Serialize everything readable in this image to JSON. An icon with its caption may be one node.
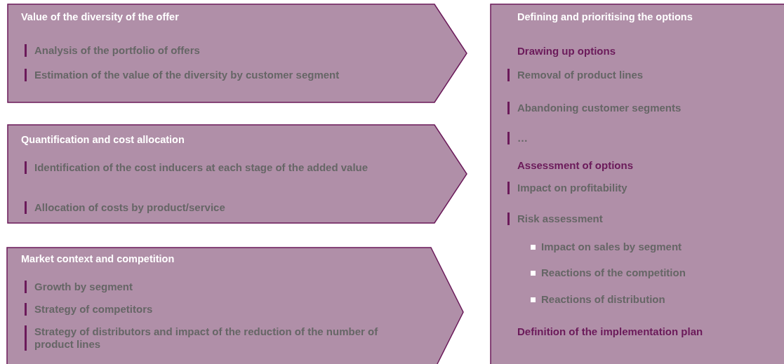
{
  "diagram": {
    "nodes": [
      {
        "text": [
          "Value of the diversity of the offer",
          "Analysis of the portfolio of offers",
          "Estimation of the value of the diversity by customer segment"
        ]
      },
      {
        "text": [
          "Quantification and cost allocation",
          "Identification of the cost inducers at each stage of the added value",
          "Allocation of costs by product/service"
        ]
      },
      {
        "text": [
          "Market context and competition",
          "Growth by segment",
          "Strategy of competitors",
          "Strategy of distributors and impact of the reduction of the number of product lines"
        ]
      },
      {
        "text": [
          "Defining and prioritising the options",
          "Drawing up options",
          "Removal of product lines",
          "Abandoning customer segments",
          "…",
          "Assessment of options",
          "Impact on profitability",
          "Risk assessment",
          "Impact on sales by segment",
          "Reactions of the competition",
          "Reactions of distribution",
          "Definition of the implementation plan"
        ]
      }
    ]
  }
}
